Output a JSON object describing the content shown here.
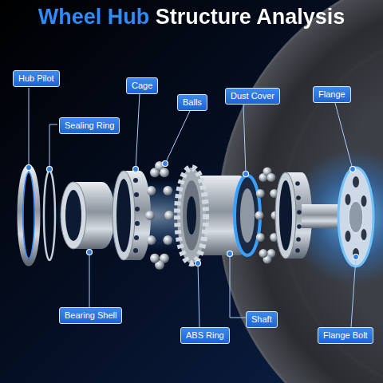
{
  "diagram": {
    "title": "Wheel Hub Structure Analysis",
    "nodes": [
      {
        "text": [
          "Hub Pilot"
        ]
      },
      {
        "text": [
          "Cage"
        ]
      },
      {
        "text": [
          "Dust Cover"
        ]
      },
      {
        "text": [
          "Flange"
        ]
      },
      {
        "text": [
          "Balls"
        ]
      },
      {
        "text": [
          "Sealing Ring"
        ]
      },
      {
        "text": [
          "Bearing Shell"
        ]
      },
      {
        "text": [
          "Shaft"
        ]
      },
      {
        "text": [
          "ABS Ring"
        ]
      },
      {
        "text": [
          "Flange Bolt"
        ]
      }
    ]
  }
}
